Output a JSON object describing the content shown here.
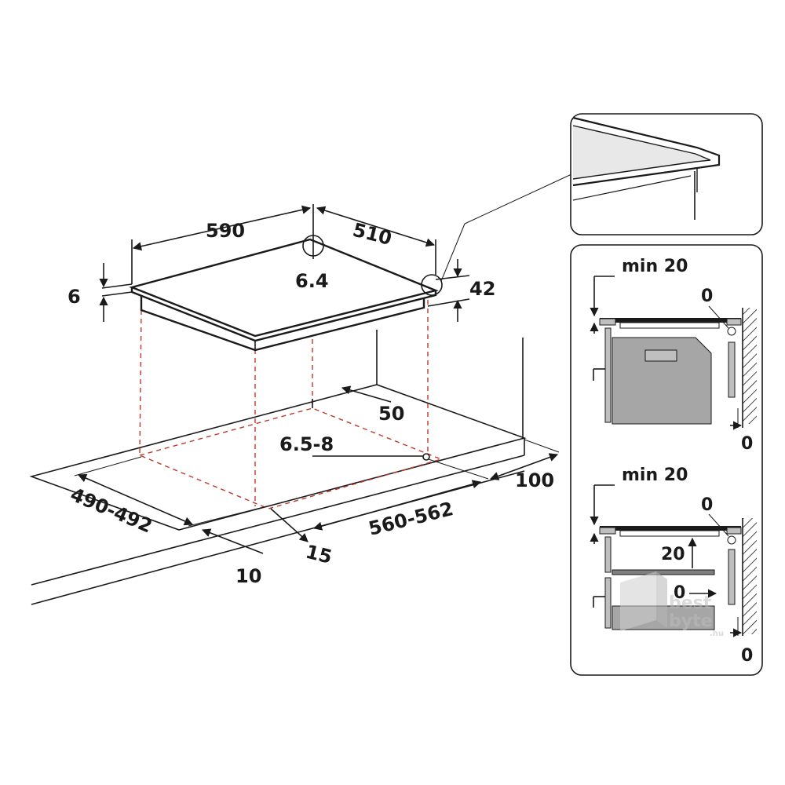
{
  "dimensions": {
    "width": "590",
    "depth": "510",
    "thickness": "6",
    "corner_radius": "6.4",
    "height": "42",
    "rear_offset": "50",
    "hole_diameter": "6.5-8",
    "cutout_depth": "490-492",
    "cutout_width": "560-562",
    "wall_distance": "100",
    "front_min": "10",
    "side_gap": "15"
  },
  "detail_top": {
    "min_label": "min 20",
    "gap_label": "0",
    "bottom_label": "0"
  },
  "detail_bottom": {
    "min_label": "min 20",
    "gap_label": "0",
    "drawer_gap": "20",
    "drawer_zero": "0",
    "bottom_label": "0"
  },
  "watermark": {
    "line1": "best",
    "line2": "byte",
    "suffix": ".hu"
  }
}
